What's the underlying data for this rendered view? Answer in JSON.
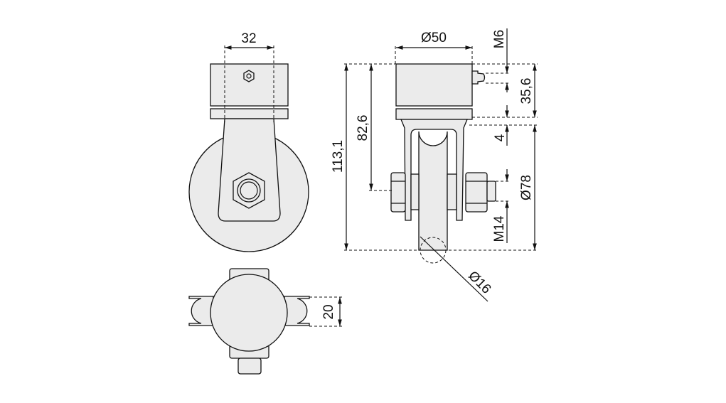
{
  "dimensions": {
    "width_32": "32",
    "height_113_1": "113,1",
    "diameter_50": "Ø50",
    "thread_m6": "M6",
    "height_35_6": "35,6",
    "height_82_6": "82,6",
    "gap_4": "4",
    "diameter_78": "Ø78",
    "thread_m14": "M14",
    "diameter_16": "Ø16",
    "width_20": "20"
  },
  "colors": {
    "part_fill": "#ebebeb",
    "line": "#111111"
  }
}
